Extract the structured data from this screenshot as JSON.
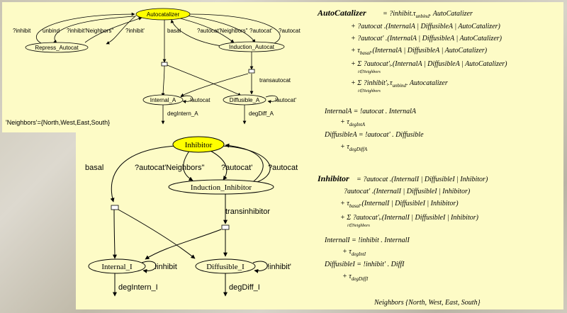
{
  "diagram1": {
    "nodes": {
      "autocatalizer": "Autocatalizer",
      "repress": "Repress_Autocat",
      "induction": "Induction_Autocat",
      "internal": "Internal_A",
      "diffusible": "Diffusible_A"
    },
    "edges": {
      "inhibit": "?inhibit",
      "unbind": "unbind",
      "inhibit_neighbors": "?inhibit'Neighbors\"",
      "inhibit_prime": "?inhibit'",
      "basal": "basal",
      "autocat_neighbors": "?autocat'Neighbors\"",
      "autocat_prime": "?autocat'",
      "autocat": "?autocat",
      "transautocat": "transautocat",
      "internal_self": "!autocat",
      "diffusible_self": "!autocat'",
      "deg_intern": "degIntern_A",
      "deg_diff": "degDiff_A"
    },
    "note": "'Neighbors'={North,West,East,South}"
  },
  "diagram2": {
    "nodes": {
      "inhibitor": "Inhibitor",
      "induction": "Induction_Inhibitor",
      "internal": "Internal_I",
      "diffusible": "Diffusible_I"
    },
    "edges": {
      "basal": "basal",
      "autocat_neighbors": "?autocat'Neighbors\"",
      "autocat_prime": "?autocat'",
      "autocat": "?autocat",
      "transinhibitor": "transinhibitor",
      "internal_self": "!inhibit",
      "diffusible_self": "!inhibit'",
      "deg_intern": "degIntern_I",
      "deg_diff": "degDiff_I"
    }
  },
  "equations": {
    "auto_head": "AutoCatalizer",
    "auto_l1": "= ?inhibit.τ",
    "auto_l1_sub": "unbind",
    "auto_l1_tail": ". AutoCatalizer",
    "auto_l2": "+ ?autocat .(InternalA | DiffusibleA | AutoCatalizer)",
    "auto_l3": "+ ?autocat' .(InternalA | DiffusibleA | AutoCatalizer)",
    "auto_l4": "+ τ",
    "auto_l4_sub": "basal",
    "auto_l4_tail": ".(InternalA | DiffusibleA | AutoCatalizer)",
    "auto_l5": "+ Σ ?autocat'ᵢ.(InternalA | DiffusibleA | AutoCatalizer)",
    "auto_l5_under": "i∈Neighbors",
    "auto_l6": "+ Σ ?inhibit'ᵢ.τ",
    "auto_l6_sub": "unbind",
    "auto_l6_tail": ". Autocatalizer",
    "auto_l6_under": "i∈Neighbors",
    "intA_l1": "InternalA = !autocat . InternalA",
    "intA_l2": "+ τ",
    "intA_l2_sub": "degIntA",
    "difA_l1": "DiffusibleA = !autocat' . Diffusible",
    "difA_l2": "+ τ",
    "difA_l2_sub": "degDiffA",
    "inh_head": "Inhibitor",
    "inh_l1": "= ?autocat .(InternalI | DiffusibleI | Inhibitor)",
    "inh_l2": "?autocat' .(InternalI | DiffusibleI | Inhibitor)",
    "inh_l3": "+ τ",
    "inh_l3_sub": "basal",
    "inh_l3_tail": ".(InternalI | DiffusibleI | Inhibitor)",
    "inh_l4": "+ Σ ?autocat'ᵢ.(InternalI | DiffusibleI | Inhibitor)",
    "inh_l4_under": "i∈Neighbors",
    "intI_l1": "InternalI = !inhibit . InternalI",
    "intI_l2": "+ τ",
    "intI_l2_sub": "degIntI",
    "difI_l1": "DiffusibleI = !inhibit' . DiffI",
    "difI_l2": "+ τ",
    "difI_l2_sub": "degDiffI",
    "neighbors": "Neighbors {North, West, East, South}"
  },
  "colors": {
    "panel": "#fdfbc6",
    "node_highlight": "#ffff00"
  }
}
